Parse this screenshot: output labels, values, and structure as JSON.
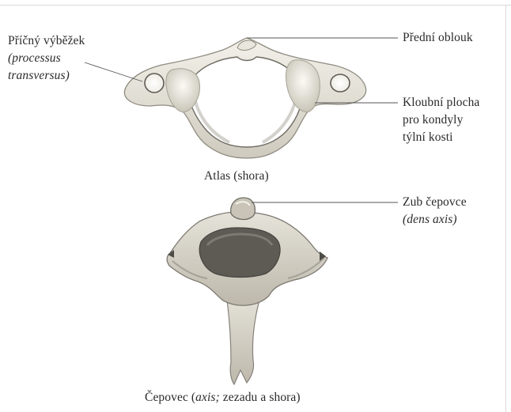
{
  "labels": {
    "transverse_process": {
      "line1": "Příčný výběžek",
      "line2": "(processus",
      "line3": "transversus)"
    },
    "anterior_arch": "Přední oblouk",
    "articular_surface": {
      "line1": "Kloubní plocha",
      "line2": "pro kondyly",
      "line3": "týlní kosti"
    },
    "atlas_caption": "Atlas (shora)",
    "dens": {
      "line1": "Zub čepovce",
      "line2": "(dens axis)"
    },
    "axis_caption": {
      "part1": "Čepovec (",
      "part2": "axis;",
      "part3": " zezadu a shora)"
    }
  },
  "colors": {
    "bone_light": "#efede6",
    "bone_mid": "#d7d3c8",
    "bone_shadow": "#a8a497",
    "bone_dark": "#6e6b63",
    "leader_line": "#555555"
  }
}
